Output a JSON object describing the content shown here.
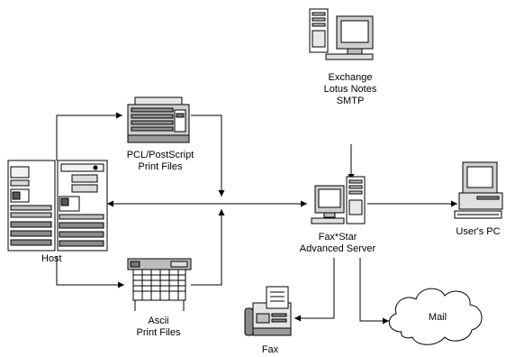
{
  "nodes": {
    "host": {
      "label": "Host"
    },
    "print_files_top": {
      "line1": "PCL/PostScript",
      "line2": "Print Files"
    },
    "print_files_bottom": {
      "line1": "Ascii",
      "line2": "Print Files"
    },
    "mail_systems": {
      "line1": "Exchange",
      "line2": "Lotus Notes",
      "line3": "SMTP"
    },
    "server": {
      "line1": "Fax*Star",
      "line2": "Advanced Server"
    },
    "users_pc": {
      "label": "User's PC"
    },
    "fax": {
      "label": "Fax"
    },
    "mail": {
      "label": "Mail"
    }
  }
}
